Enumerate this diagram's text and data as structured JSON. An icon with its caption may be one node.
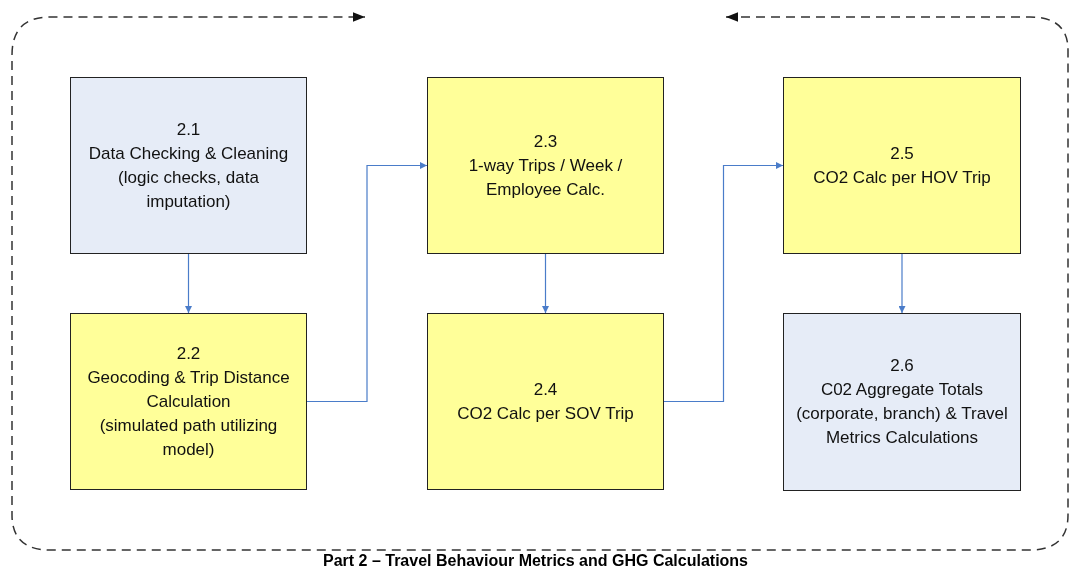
{
  "diagram": {
    "caption": "Part 2 – Travel Behaviour Metrics and GHG Calculations",
    "nodes": [
      {
        "text": [
          "2.1",
          "Data Checking & Cleaning",
          "(logic checks, data imputation)"
        ]
      },
      {
        "text": [
          "2.2",
          "Geocoding & Trip Distance Calculation",
          "(simulated path utilizing model)"
        ]
      },
      {
        "text": [
          "2.3",
          "1-way Trips / Week / Employee Calc."
        ]
      },
      {
        "text": [
          "2.4",
          "CO2 Calc per SOV Trip"
        ]
      },
      {
        "text": [
          "2.5",
          "CO2 Calc per HOV Trip"
        ]
      },
      {
        "text": [
          "2.6",
          "C02 Aggregate Totals (corporate, branch) & Travel Metrics Calculations"
        ]
      }
    ],
    "edges": [
      {
        "from": 0,
        "to": 1,
        "arrow": "to"
      },
      {
        "from": 1,
        "to": 2,
        "arrow": "to"
      },
      {
        "from": 2,
        "to": 3,
        "arrow": "to"
      },
      {
        "from": 3,
        "to": 4,
        "arrow": "to"
      },
      {
        "from": 4,
        "to": 5,
        "arrow": "to"
      }
    ]
  }
}
